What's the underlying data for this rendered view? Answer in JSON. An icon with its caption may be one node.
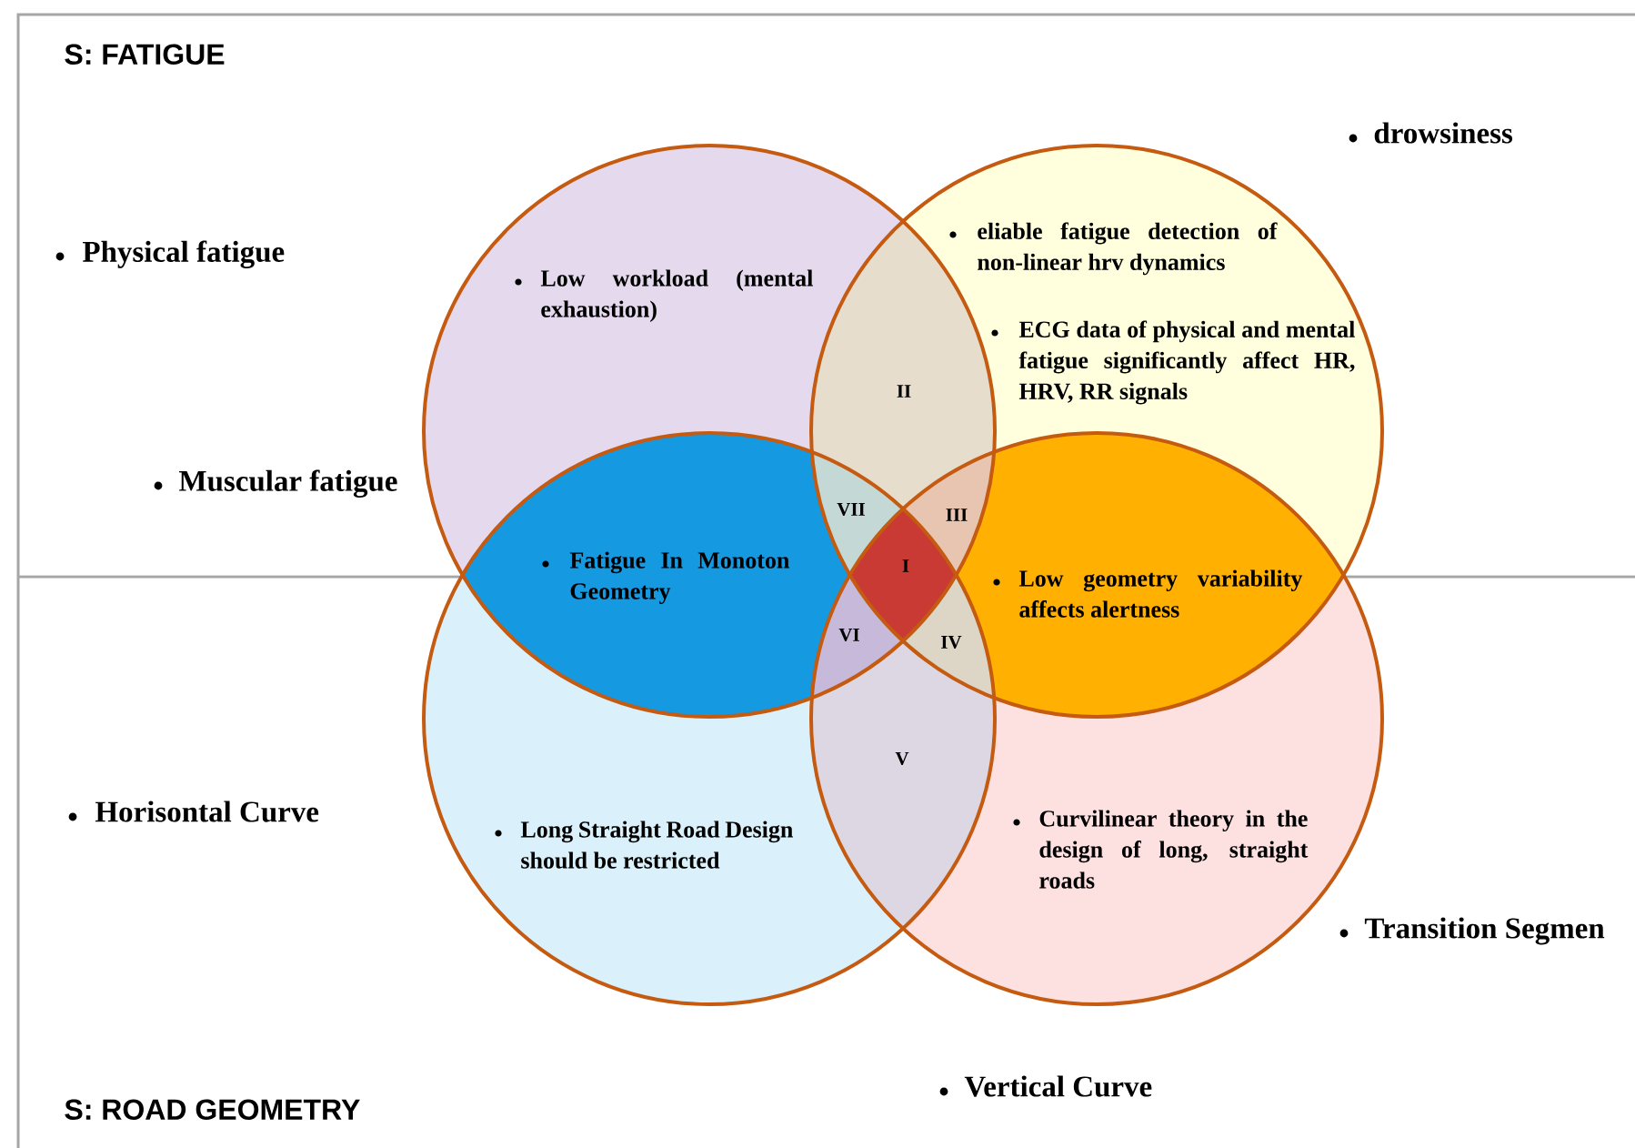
{
  "diagram": {
    "nodes": [
      {
        "text": [
          "Low workload (mental exhaustion)"
        ]
      },
      {
        "text": [
          "eliable fatigue detection of non-linear hrv dynamics",
          "ECG data of physical and mental fatigue significantly affect HR, HRV, RR signals"
        ]
      },
      {
        "text": [
          "Long Straight Road Design should be restricted"
        ]
      },
      {
        "text": [
          "Curvilinear theory in the design of long, straight roads"
        ]
      }
    ],
    "labels": [
      "S: FATIGUE",
      "drowsiness",
      "Physical fatigue",
      "II",
      "Muscular fatigue",
      "VII",
      "III",
      "Fatigue In Monoton Geometry",
      "I",
      "Low geometry variability affects alertness",
      "VI",
      "IV",
      "V",
      "Horisontal Curve",
      "Transition Segmen",
      "Vertical Curve",
      "S: ROAD GEOMETRY"
    ]
  }
}
